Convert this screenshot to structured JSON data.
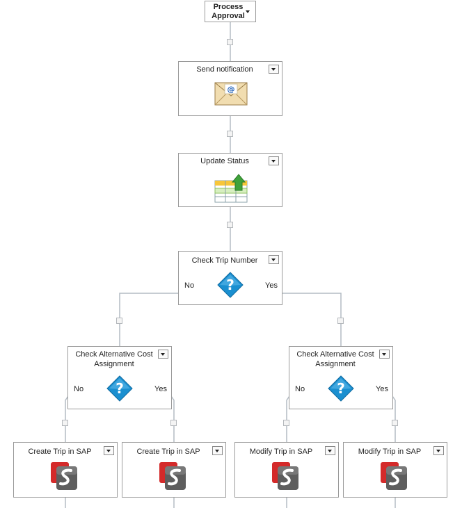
{
  "workflow": {
    "start": {
      "label": "Process Approval"
    },
    "nodes": {
      "send_notification": {
        "title": "Send notification",
        "icon": "email-envelope-icon"
      },
      "update_status": {
        "title": "Update Status",
        "icon": "table-update-icon"
      },
      "check_trip_number": {
        "title": "Check Trip Number",
        "icon": "question-diamond-icon",
        "no_label": "No",
        "yes_label": "Yes"
      },
      "check_alt_cost_left": {
        "title": "Check Alternative Cost Assignment",
        "icon": "question-diamond-icon",
        "no_label": "No",
        "yes_label": "Yes"
      },
      "check_alt_cost_right": {
        "title": "Check Alternative Cost Assignment",
        "icon": "question-diamond-icon",
        "no_label": "No",
        "yes_label": "Yes"
      },
      "create_trip_1": {
        "title": "Create Trip in SAP",
        "icon": "sap-connector-icon"
      },
      "create_trip_2": {
        "title": "Create Trip in SAP",
        "icon": "sap-connector-icon"
      },
      "modify_trip_1": {
        "title": "Modify Trip in SAP",
        "icon": "sap-connector-icon"
      },
      "modify_trip_2": {
        "title": "Modify Trip in SAP",
        "icon": "sap-connector-icon"
      }
    },
    "colors": {
      "connector_line": "#b4bcc4",
      "node_border": "#9a9a9a",
      "question_blue": "#1a8fd0",
      "sap_red": "#d42a2a"
    }
  }
}
